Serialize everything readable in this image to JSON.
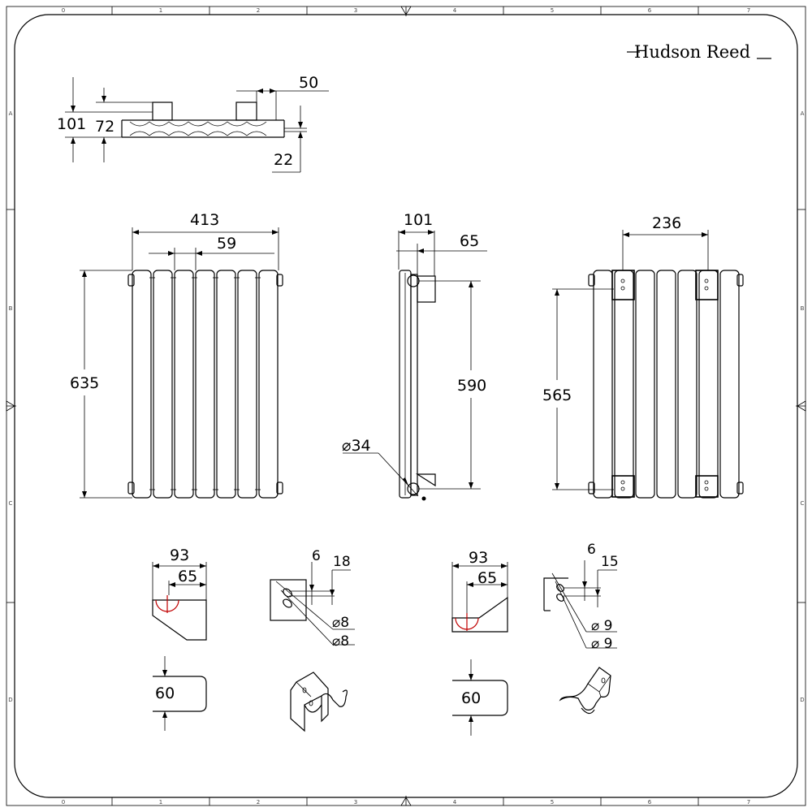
{
  "brand": "Hudson Reed",
  "frame": {
    "columns": [
      "0",
      "1",
      "2",
      "3",
      "4",
      "5",
      "6",
      "7"
    ],
    "rows": [
      "A",
      "B",
      "C",
      "D"
    ]
  },
  "top_view": {
    "depth_total": "101",
    "depth_body": "72",
    "valve_width": "50",
    "tube_offset": "22"
  },
  "front_view": {
    "width": "413",
    "tube_spacing": "59",
    "height": "635"
  },
  "side_view": {
    "depth": "101",
    "wall_offset": "65",
    "pipe_centres": "590",
    "pipe_diameter": "⌀34"
  },
  "back_view": {
    "bracket_spacing": "236",
    "bracket_height": "565"
  },
  "bracket_top_left": {
    "outer": "93",
    "inner": "65",
    "slot_width": "6",
    "slot_offset": "18",
    "hole_a": "⌀8",
    "hole_b": "⌀8",
    "height": "60"
  },
  "bracket_bottom_right": {
    "outer": "93",
    "inner": "65",
    "slot_width": "6",
    "slot_offset": "15",
    "hole_a": "⌀ 9",
    "hole_b": "⌀ 9",
    "height": "60"
  }
}
